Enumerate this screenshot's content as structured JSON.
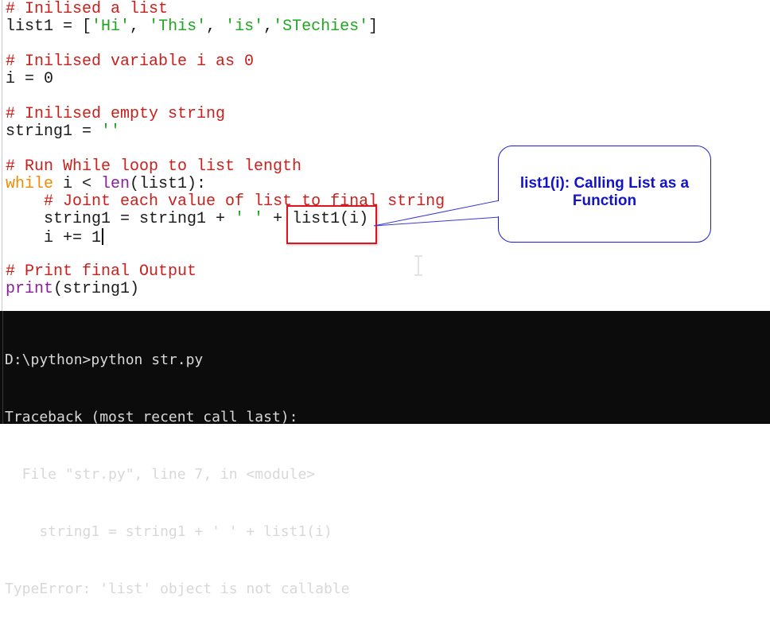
{
  "editor": {
    "lines": [
      {
        "segments": [
          {
            "t": "# Inilised a list",
            "c": "cm"
          }
        ]
      },
      {
        "segments": [
          {
            "t": "list1 = [",
            "c": ""
          },
          {
            "t": "'Hi'",
            "c": "str"
          },
          {
            "t": ", ",
            "c": ""
          },
          {
            "t": "'This'",
            "c": "str"
          },
          {
            "t": ", ",
            "c": ""
          },
          {
            "t": "'is'",
            "c": "str"
          },
          {
            "t": ",",
            "c": ""
          },
          {
            "t": "'STechies'",
            "c": "str"
          },
          {
            "t": "]",
            "c": ""
          }
        ]
      },
      {
        "segments": []
      },
      {
        "segments": [
          {
            "t": "# Inilised variable i as 0",
            "c": "cm"
          }
        ]
      },
      {
        "segments": [
          {
            "t": "i = 0",
            "c": ""
          }
        ]
      },
      {
        "segments": []
      },
      {
        "segments": [
          {
            "t": "# Inilised empty string",
            "c": "cm"
          }
        ]
      },
      {
        "segments": [
          {
            "t": "string1 = ",
            "c": ""
          },
          {
            "t": "''",
            "c": "str"
          }
        ]
      },
      {
        "segments": []
      },
      {
        "segments": [
          {
            "t": "# Run While loop to list length",
            "c": "cm"
          }
        ]
      },
      {
        "segments": [
          {
            "t": "while",
            "c": "kw"
          },
          {
            "t": " i < ",
            "c": ""
          },
          {
            "t": "len",
            "c": "bi"
          },
          {
            "t": "(list1):",
            "c": ""
          }
        ]
      },
      {
        "segments": [
          {
            "t": "    ",
            "c": ""
          },
          {
            "t": "# Joint each value of list to final string",
            "c": "cm"
          }
        ]
      },
      {
        "segments": [
          {
            "t": "    string1 = string1 + ",
            "c": ""
          },
          {
            "t": "' '",
            "c": "str"
          },
          {
            "t": " + list1(i)",
            "c": ""
          }
        ]
      },
      {
        "segments": [
          {
            "t": "    i += 1",
            "c": ""
          }
        ],
        "caret": true
      },
      {
        "segments": []
      },
      {
        "segments": [
          {
            "t": "# Print final Output",
            "c": "cm"
          }
        ]
      },
      {
        "segments": [
          {
            "t": "print",
            "c": "bi"
          },
          {
            "t": "(string1)",
            "c": ""
          }
        ]
      }
    ]
  },
  "annotation": {
    "highlighted_code": "list1(i)",
    "callout_line1": "list1(i): Calling List as a",
    "callout_line2": "Function",
    "box_color": "#e0141e",
    "callout_color": "#1313c8"
  },
  "terminal": {
    "lines": [
      "D:\\python>python str.py",
      "Traceback (most recent call last):",
      "  File \"str.py\", line 7, in <module>",
      "    string1 = string1 + ' ' + list1(i)",
      "TypeError: 'list' object is not callable"
    ]
  }
}
